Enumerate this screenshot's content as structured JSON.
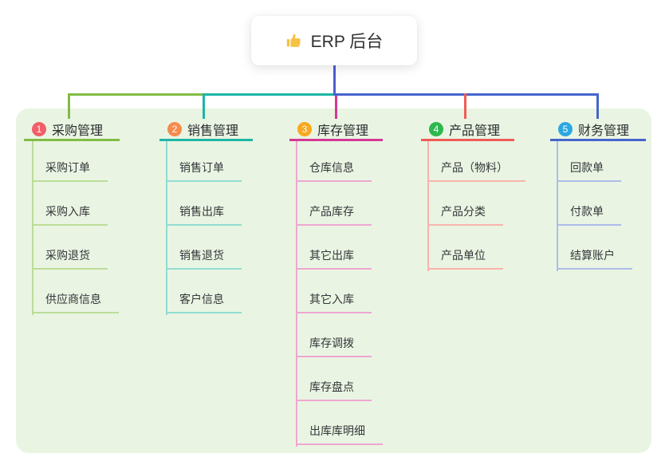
{
  "root": {
    "title": "ERP 后台",
    "icon": "thumbs-up-icon"
  },
  "colors": {
    "panel_bg": "#e9f5e2",
    "root_stem": "#4e5dd4",
    "text": "#2f2f33"
  },
  "branches": [
    {
      "index": "1",
      "label": "采购管理",
      "badge_color": "#f35e68",
      "line_color": "#82bb45",
      "line_light": "#bcdc97",
      "items": [
        "采购订单",
        "采购入库",
        "采购退货",
        "供应商信息"
      ]
    },
    {
      "index": "2",
      "label": "销售管理",
      "badge_color": "#f78a4d",
      "line_color": "#1db5a6",
      "line_light": "#92dcd2",
      "items": [
        "销售订单",
        "销售出库",
        "销售退货",
        "客户信息"
      ]
    },
    {
      "index": "3",
      "label": "库存管理",
      "badge_color": "#f9a81f",
      "line_color": "#d63795",
      "line_light": "#efa6d2",
      "items": [
        "仓库信息",
        "产品库存",
        "其它出库",
        "其它入库",
        "库存调拨",
        "库存盘点",
        "出库库明细"
      ]
    },
    {
      "index": "4",
      "label": "产品管理",
      "badge_color": "#2cb84f",
      "line_color": "#f05c56",
      "line_light": "#f8b3ae",
      "items": [
        "产品（物料）",
        "产品分类",
        "产品单位"
      ]
    },
    {
      "index": "5",
      "label": "财务管理",
      "badge_color": "#2ca8e0",
      "line_color": "#4565cd",
      "line_light": "#aebbea",
      "items": [
        "回款单",
        "付款单",
        "结算账户"
      ]
    }
  ]
}
